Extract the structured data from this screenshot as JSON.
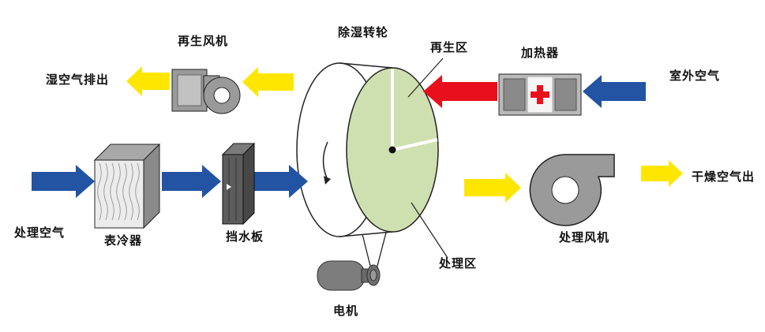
{
  "colors": {
    "arrow_blue": "#2353a3",
    "arrow_yellow": "#ffe600",
    "arrow_red": "#e8101c",
    "wheel_green": "#cfe0b0",
    "component_gray": "#9a9a9a",
    "background": "#ffffff"
  },
  "labels": {
    "regen_fan": "再生风机",
    "wet_air_out": "湿空气排出",
    "wheel": "除湿转轮",
    "regen_zone": "再生区",
    "heater": "加热器",
    "outdoor_air": "室外空气",
    "process_air": "处理空气",
    "cooler": "表冷器",
    "baffle": "挡水板",
    "process_zone": "处理区",
    "process_fan": "处理风机",
    "dry_air_out": "干燥空气出",
    "motor": "电机"
  }
}
